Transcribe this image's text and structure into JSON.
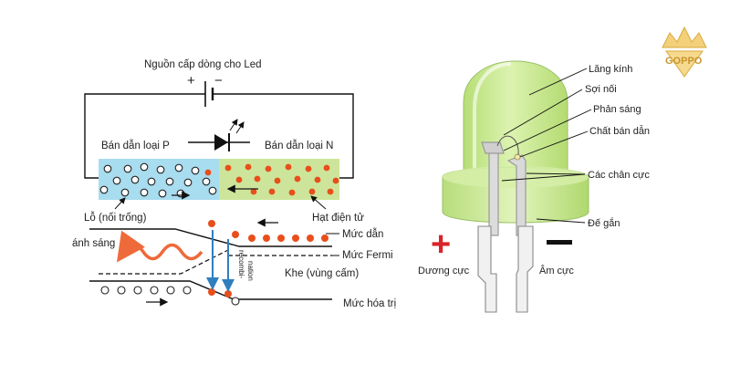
{
  "left_diagram": {
    "power_label": "Nguồn cấp dòng cho Led",
    "plus_sign": "+",
    "minus_sign": "−",
    "p_type_label": "Bán dẫn loại P",
    "n_type_label": "Bán dẫn loại N",
    "hole_label": "Lỗ (nối trống)",
    "electron_label": "Hạt điện tử",
    "light_label": "ánh sáng",
    "conduction_band_label": "Mức dẫn",
    "fermi_label": "Mức Fermi",
    "gap_label": "Khe (vùng cấm)",
    "valence_band_label": "Mức hóa trị",
    "recombination_label_1": "recombi-",
    "recombination_label_2": "nation",
    "colors": {
      "p_region": "#a8dcef",
      "n_region": "#cce59a",
      "electron": "#e94e1b",
      "light_wave": "#ef6a3a",
      "arrow_blue": "#2f7fbf"
    }
  },
  "right_diagram": {
    "labels": {
      "lens": "Lăng kính",
      "wire": "Sợi nối",
      "reflector": "Phản sáng",
      "chip": "Chất bán dẫn",
      "legs": "Các chân cực",
      "base": "Đế gắn",
      "anode": "Dương cực",
      "cathode": "Âm cực"
    },
    "plus_sign": "+",
    "minus_sign": "−",
    "colors": {
      "lens": "#c9ea8f",
      "plus": "#d9232a",
      "minus": "#111111"
    }
  },
  "logo": {
    "text": "GOPPO"
  }
}
